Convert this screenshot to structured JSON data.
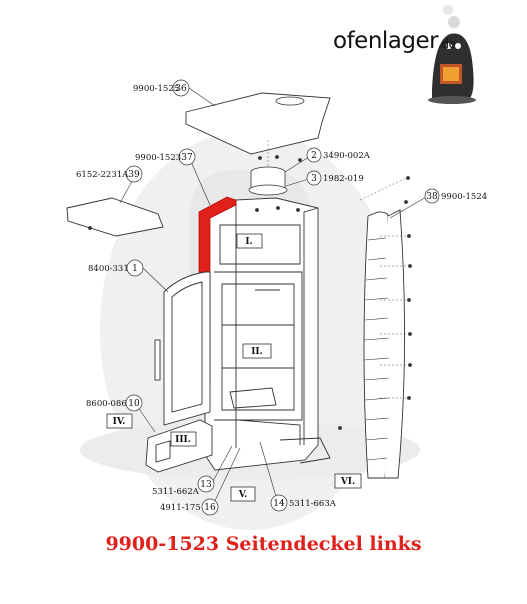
{
  "brand": {
    "name": "ofenlager",
    "suffix": ".de"
  },
  "caption": "9900-1523 Seitendeckel links",
  "colors": {
    "highlight": "#e0201b",
    "line": "#333333",
    "watermark": "#d9d9d9"
  },
  "parts": [
    {
      "num": "36",
      "code": "9900-1525"
    },
    {
      "num": "37",
      "code": "9900-1523"
    },
    {
      "num": "39",
      "code": "6152-2231A"
    },
    {
      "num": "2",
      "code": "3490-002A"
    },
    {
      "num": "3",
      "code": "1982-019"
    },
    {
      "num": "38",
      "code": "9900-1524"
    },
    {
      "num": "1",
      "code": "8400-331"
    },
    {
      "num": "10",
      "code": "8600-086"
    },
    {
      "num": "13",
      "code": "5311-662A"
    },
    {
      "num": "16",
      "code": "4911-175"
    },
    {
      "num": "14",
      "code": "5311-663A"
    }
  ],
  "detail_labels": [
    "I.",
    "II.",
    "III.",
    "IV.",
    "V.",
    "VI."
  ]
}
